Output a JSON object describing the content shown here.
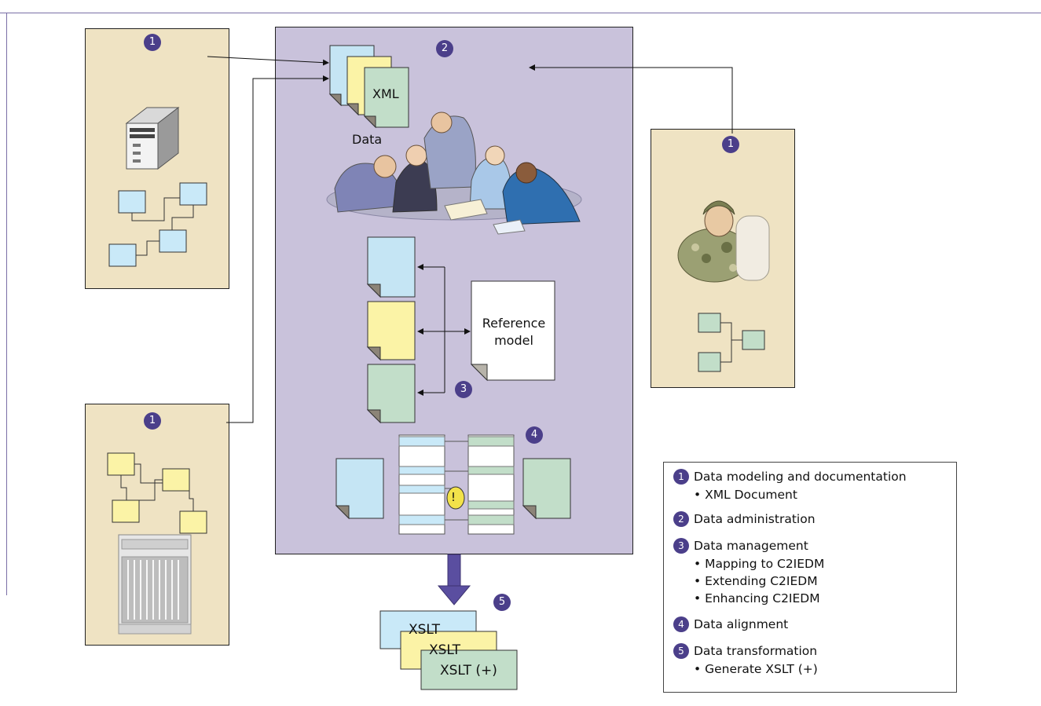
{
  "diagram": {
    "doc_label_xml": "XML",
    "doc_label_data": "Data",
    "reference_model": [
      "Reference",
      "model"
    ],
    "xslt_labels": [
      "XSLT",
      "XSLT",
      "XSLT (+)"
    ],
    "badges": {
      "one": "1",
      "two": "2",
      "three": "3",
      "four": "4",
      "five": "5",
      "alert": "!"
    }
  },
  "legend": {
    "items": [
      {
        "num": "1",
        "label": "Data modeling and documentation",
        "subs": [
          "• XML Document"
        ]
      },
      {
        "num": "2",
        "label": "Data administration",
        "subs": []
      },
      {
        "num": "3",
        "label": "Data management",
        "subs": [
          "• Mapping to C2IEDM",
          "• Extending C2IEDM",
          "• Enhancing C2IEDM"
        ]
      },
      {
        "num": "4",
        "label": "Data alignment",
        "subs": []
      },
      {
        "num": "5",
        "label": "Data transformation",
        "subs": [
          "• Generate XSLT (+)"
        ]
      }
    ]
  },
  "colors": {
    "panel_tan": "#efe3c3",
    "panel_purple": "#c9c2db",
    "badge_purple": "#4b3f8a",
    "doc_blue": "#c5e5f4",
    "doc_yellow": "#fbf3a6",
    "doc_green": "#c2dec9",
    "box_blue": "#c9e9f8",
    "box_yellow": "#fbf3a6",
    "box_green": "#c2dec9"
  }
}
